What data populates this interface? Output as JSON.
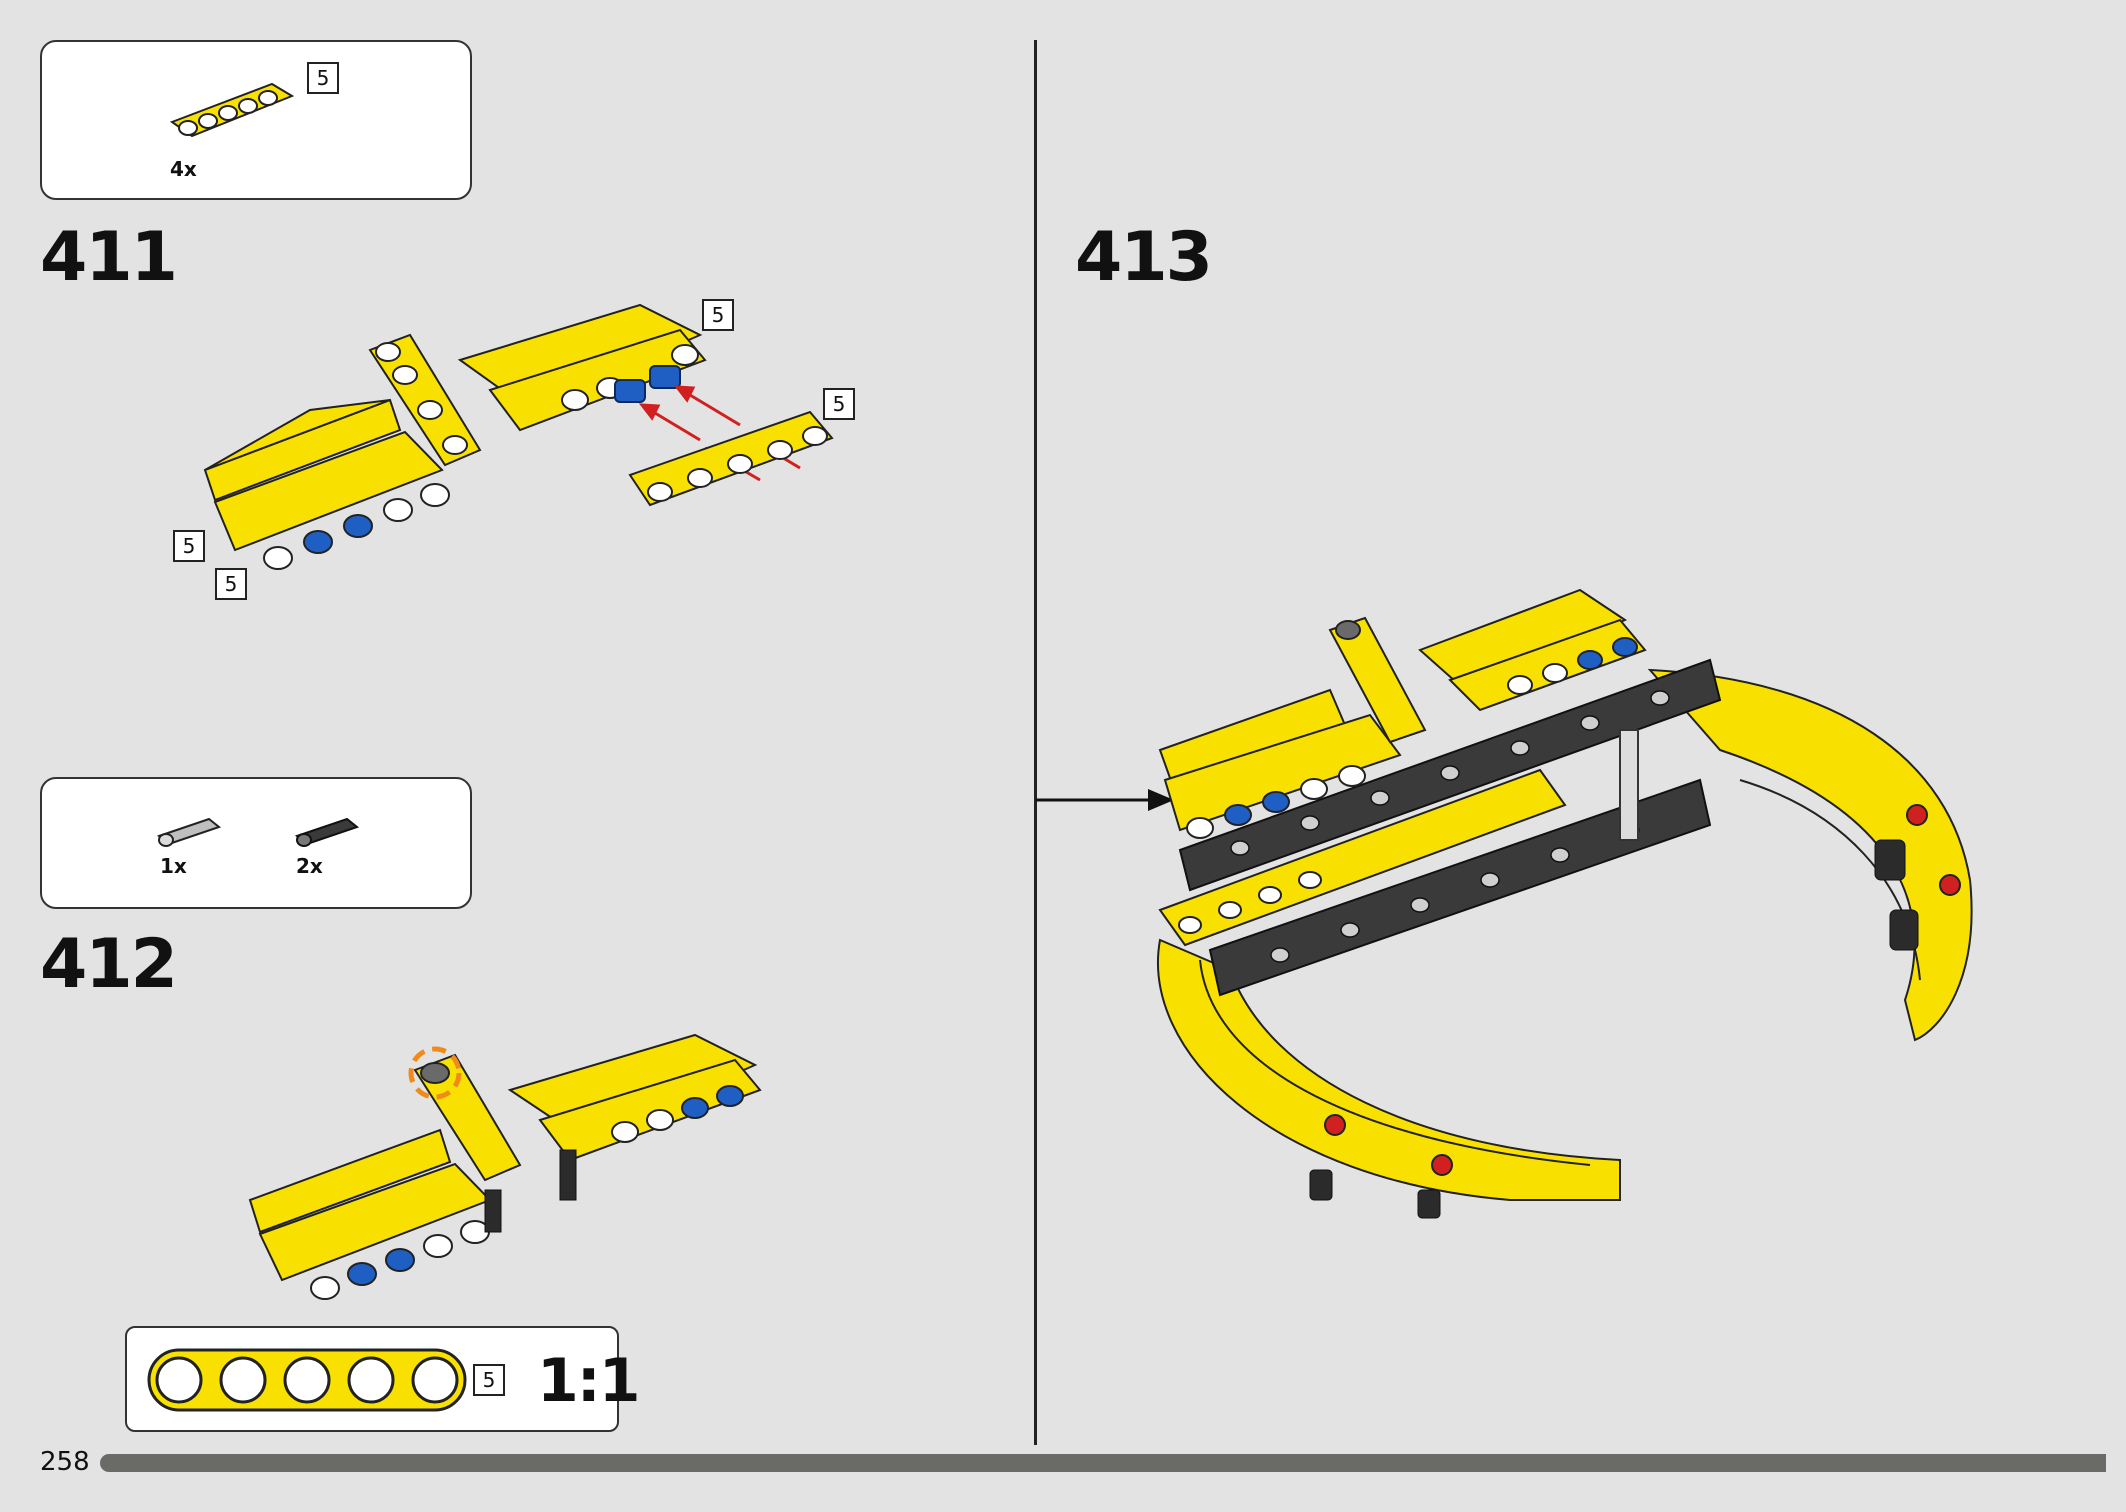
{
  "page": {
    "number": "258"
  },
  "steps": [
    {
      "number": "411",
      "parts": [
        {
          "qty": "4x",
          "length_label": "5",
          "icon": "yellow-beam-5"
        }
      ],
      "length_labels": [
        "5",
        "5",
        "5",
        "5"
      ]
    },
    {
      "number": "412",
      "parts": [
        {
          "qty": "1x",
          "icon": "grey-axle-pin"
        },
        {
          "qty": "2x",
          "icon": "black-friction-pin"
        }
      ]
    },
    {
      "number": "413"
    }
  ],
  "scale": {
    "length_label": "5",
    "ratio": "1:1"
  },
  "colors": {
    "background": "#e3e3e3",
    "beam_yellow": "#f8e000",
    "pin_blue": "#1f5fc4",
    "frame_dark": "#3a3a3a",
    "arrow_red": "#d02020",
    "highlight_orange": "#f08a1a",
    "progress_bar": "#6a6a66"
  },
  "progress": {
    "fraction": 0.99
  }
}
